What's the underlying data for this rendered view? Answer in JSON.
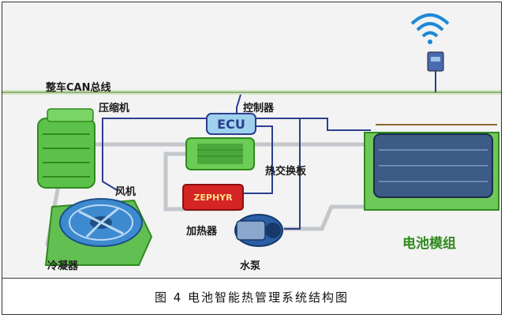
{
  "labels": {
    "can_bus": "整车CAN总线",
    "compressor": "压缩机",
    "controller": "控制器",
    "ecu": "ECU",
    "heat_exchanger": "热交换板",
    "fan": "风机",
    "heater": "加热器",
    "heater_brand": "ZEPHYR",
    "condenser": "冷凝器",
    "pump": "水泵",
    "battery_module": "电池模组"
  },
  "caption": "图 4  电池智能热管理系统结构图",
  "colors": {
    "green_component": "#5cc14a",
    "green_dark": "#2f8a1e",
    "ecu_blue": "#9fd0ee",
    "heater_red": "#d42424",
    "pump_blue": "#2a5fa8",
    "battery_blue": "#3c5b86",
    "can_line": "#aaaaaa",
    "signal_line": "#2b3f8c",
    "pipe": "#c8ccd0"
  },
  "icons": {
    "wireless": "wifi-signal-icon"
  }
}
